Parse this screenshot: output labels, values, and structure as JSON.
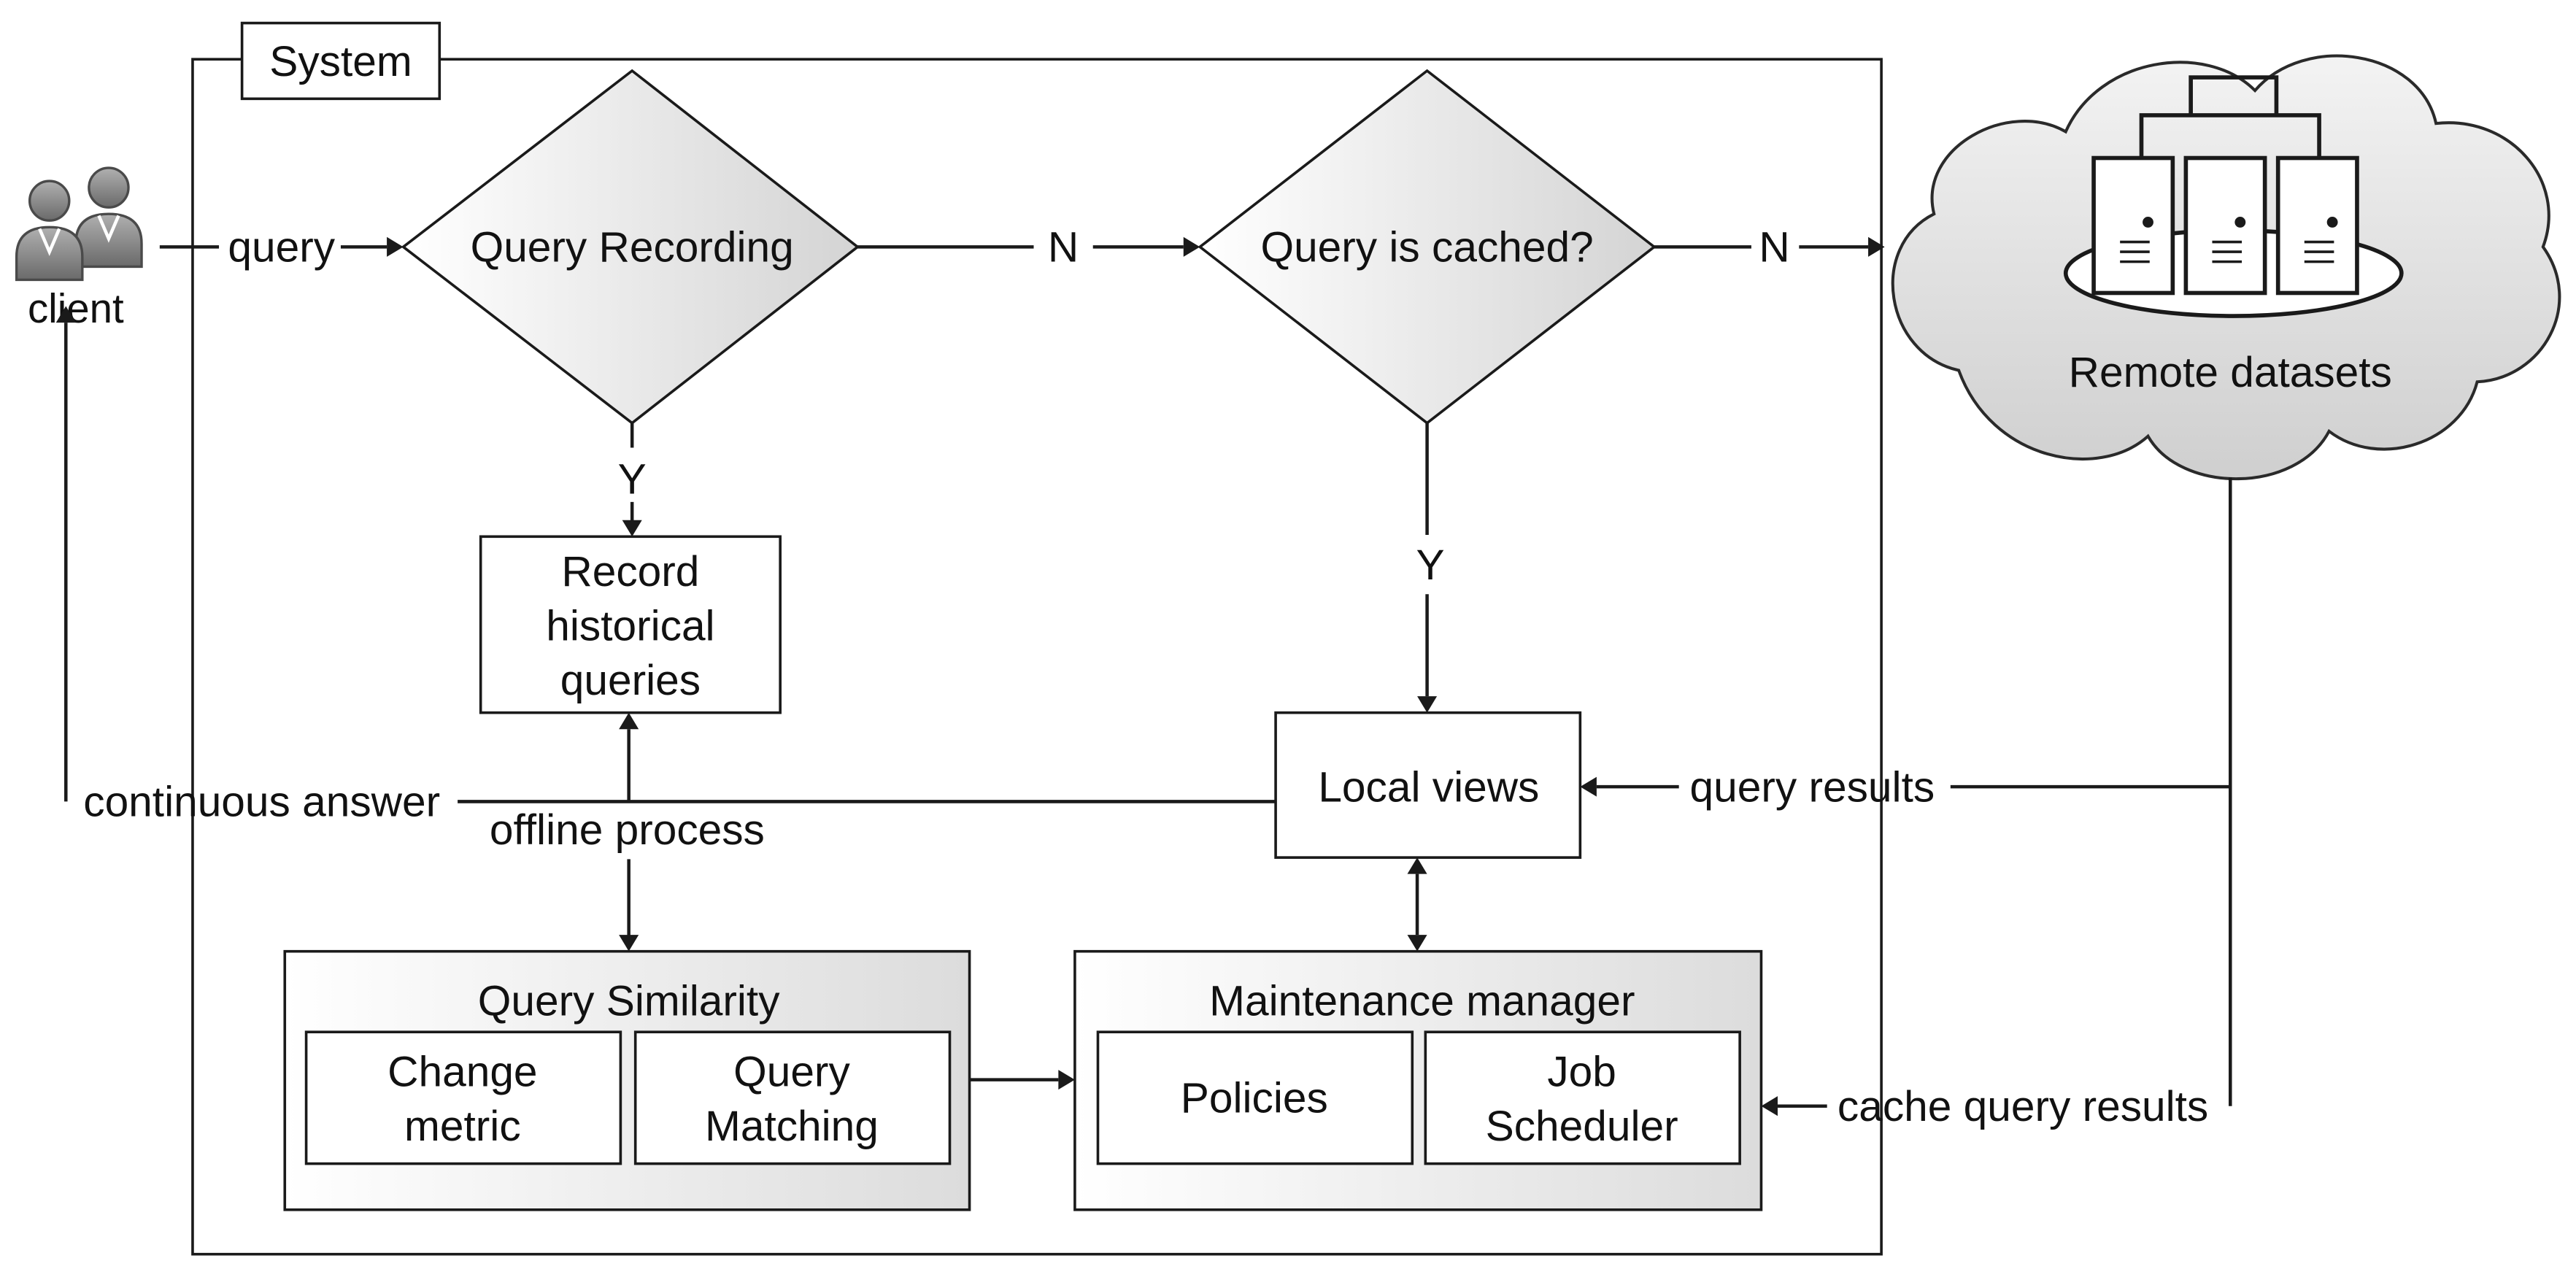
{
  "system": {
    "title": "System"
  },
  "client": {
    "label": "client",
    "icon": "users-icon"
  },
  "labels": {
    "query": "query",
    "n_first": "N",
    "n_second": "N",
    "y_first": "Y",
    "y_second": "Y",
    "continuous_answer": "continuous answer",
    "offline_process": "offline process",
    "query_results": "query results",
    "cache_query_results": "cache query results"
  },
  "decisions": {
    "query_recording": "Query Recording",
    "query_is_cached": "Query is cached?"
  },
  "record_box": {
    "line1": "Record",
    "line2": "historical",
    "line3": "queries"
  },
  "local_views": "Local views",
  "query_similarity": {
    "title": "Query Similarity",
    "change_metric": {
      "line1": "Change",
      "line2": "metric"
    },
    "query_matching": {
      "line1": "Query",
      "line2": "Matching"
    }
  },
  "maintenance_manager": {
    "title": "Maintenance manager",
    "policies": "Policies",
    "job_scheduler": {
      "line1": "Job",
      "line2": "Scheduler"
    }
  },
  "remote": {
    "label": "Remote datasets",
    "icon": "server-cluster-icon"
  }
}
